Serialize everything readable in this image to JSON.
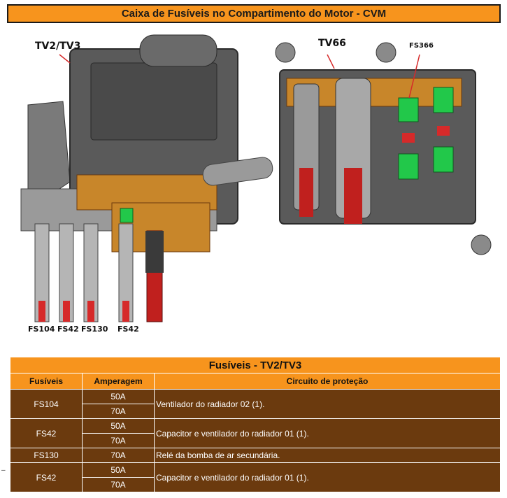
{
  "title": "Caixa de Fusíveis no Compartimento do Motor - CVM",
  "diagram": {
    "left_box_label": "TV2/TV3",
    "right_box_label": "TV66",
    "right_fuse_label": "FS366",
    "bottom_fuse_labels": [
      "FS104",
      "FS42",
      "FS130",
      "FS42"
    ],
    "colors": {
      "housing": "#5a5a5a",
      "busbar": "#c8862a",
      "fuse_red": "#d62a2a",
      "fuse_green": "#22c84a",
      "cable_red": "#c0201e"
    }
  },
  "table": {
    "caption": "Fusíveis - TV2/TV3",
    "headers": [
      "Fusíveis",
      "Amperagem",
      "Circuito de proteção"
    ],
    "rows": [
      {
        "fuse": "FS104",
        "amps": [
          "50A",
          "70A"
        ],
        "circuit": "Ventilador do radiador 02 (1)."
      },
      {
        "fuse": "FS42",
        "amps": [
          "50A",
          "70A"
        ],
        "circuit": "Capacitor e ventilador do radiador 01 (1)."
      },
      {
        "fuse": "FS130",
        "amps": [
          "70A"
        ],
        "circuit": "Relé da bomba de ar secundária."
      },
      {
        "fuse": "FS42",
        "amps": [
          "50A",
          "70A"
        ],
        "circuit": "Capacitor e ventilador do radiador 01 (1)."
      }
    ],
    "colors": {
      "header": "#f7941d",
      "body": "#6b3a0e",
      "text": "#ffffff"
    }
  },
  "misc": {
    "left_dash": "–"
  }
}
